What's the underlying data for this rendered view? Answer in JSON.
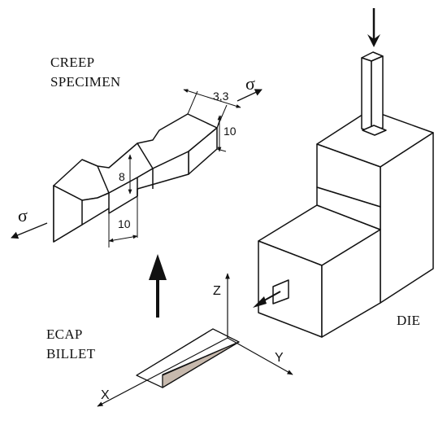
{
  "labels": {
    "creep_line1": "CREEP",
    "creep_line2": "SPECIMEN",
    "ecap_line1": "ECAP",
    "ecap_line2": "BILLET",
    "die": "DIE"
  },
  "dimensions": {
    "thickness": "3,3",
    "width": "10",
    "gauge_width": "8",
    "gauge_length": "10"
  },
  "symbols": {
    "sigma": "σ"
  },
  "axes": {
    "x": "X",
    "y": "Y",
    "z": "Z"
  },
  "colors": {
    "billet_face": "#c7b9ad",
    "stroke": "#111111"
  }
}
